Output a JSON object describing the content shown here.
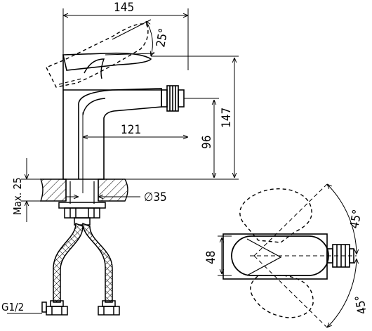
{
  "dimensions": {
    "total_width": "145",
    "handle_angle": "25°",
    "height_total": "147",
    "spout_reach": "121",
    "spout_height": "96",
    "max_deck_thickness": "Max. 25",
    "hole_diameter": "∅35",
    "connection": "G1/2",
    "body_width": "48",
    "rotation_left": "45°",
    "rotation_right": "45°"
  }
}
